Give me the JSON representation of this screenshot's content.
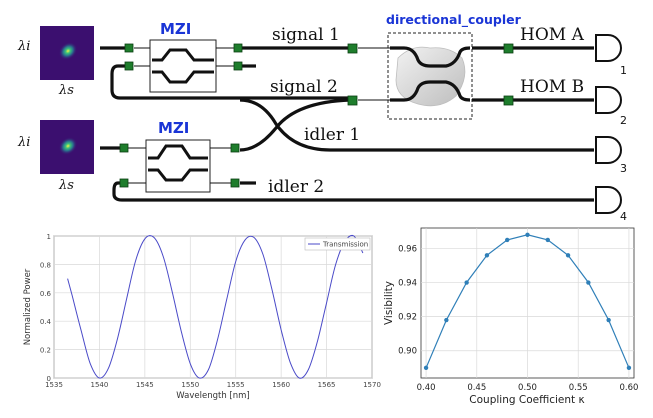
{
  "diagram": {
    "mzi_label_top": "MZI",
    "mzi_label_bottom": "MZI",
    "coupler_label": "directional_coupler",
    "channels": {
      "signal1": "signal 1",
      "signal2": "signal 2",
      "idler1": "idler 1",
      "idler2": "idler 2",
      "homA": "HOM A",
      "homB": "HOM B"
    },
    "detectors": [
      "1",
      "2",
      "3",
      "4"
    ],
    "source_axis_x": "λs",
    "source_axis_y": "λi",
    "colors": {
      "mzi_label": "#1a35d6",
      "port": "#1e7d2c",
      "heatmap_bg": "#3b0f6f"
    }
  },
  "chart_data": [
    {
      "type": "line",
      "title": "",
      "xlabel": "Wavelength [nm]",
      "ylabel": "Normalized Power",
      "xlim": [
        1535,
        1570
      ],
      "ylim": [
        0,
        1
      ],
      "xticks": [
        "1535",
        "1540",
        "1545",
        "1550",
        "1555",
        "1560",
        "1565",
        "1570"
      ],
      "yticks": [
        "0",
        "0.2",
        "0.4",
        "0.6",
        "0.8",
        "1"
      ],
      "grid": true,
      "legend": "top-right",
      "series": [
        {
          "name": "Transmission",
          "color": "#4a4ac8",
          "x": [
            1536.5,
            1537,
            1538,
            1539,
            1540,
            1541,
            1542,
            1543,
            1544,
            1545,
            1546,
            1547,
            1548,
            1549,
            1550,
            1551,
            1552,
            1553,
            1554,
            1555,
            1556,
            1557,
            1558,
            1559,
            1560,
            1561,
            1562,
            1563,
            1564,
            1565,
            1566,
            1567,
            1568,
            1569
          ],
          "y": [
            0.7,
            0.58,
            0.33,
            0.1,
            0.0,
            0.07,
            0.28,
            0.56,
            0.83,
            0.98,
            0.99,
            0.86,
            0.61,
            0.33,
            0.1,
            0.0,
            0.06,
            0.27,
            0.55,
            0.82,
            0.97,
            0.99,
            0.87,
            0.62,
            0.34,
            0.11,
            0.0,
            0.06,
            0.26,
            0.53,
            0.8,
            0.96,
            1.0,
            0.88
          ]
        }
      ]
    },
    {
      "type": "line",
      "title": "",
      "xlabel": "Coupling Coefficient κ",
      "ylabel": "Visibility",
      "xlim": [
        0.395,
        0.605
      ],
      "ylim": [
        0.884,
        0.972
      ],
      "xticks": [
        "0.40",
        "0.45",
        "0.50",
        "0.55",
        "0.60"
      ],
      "yticks": [
        "0.90",
        "0.92",
        "0.94",
        "0.96"
      ],
      "grid": true,
      "markers": true,
      "series": [
        {
          "color": "#2f7fb8",
          "x": [
            0.4,
            0.42,
            0.44,
            0.46,
            0.48,
            0.5,
            0.52,
            0.54,
            0.56,
            0.58,
            0.6
          ],
          "y": [
            0.89,
            0.918,
            0.94,
            0.956,
            0.965,
            0.968,
            0.965,
            0.956,
            0.94,
            0.918,
            0.89
          ]
        }
      ]
    }
  ]
}
